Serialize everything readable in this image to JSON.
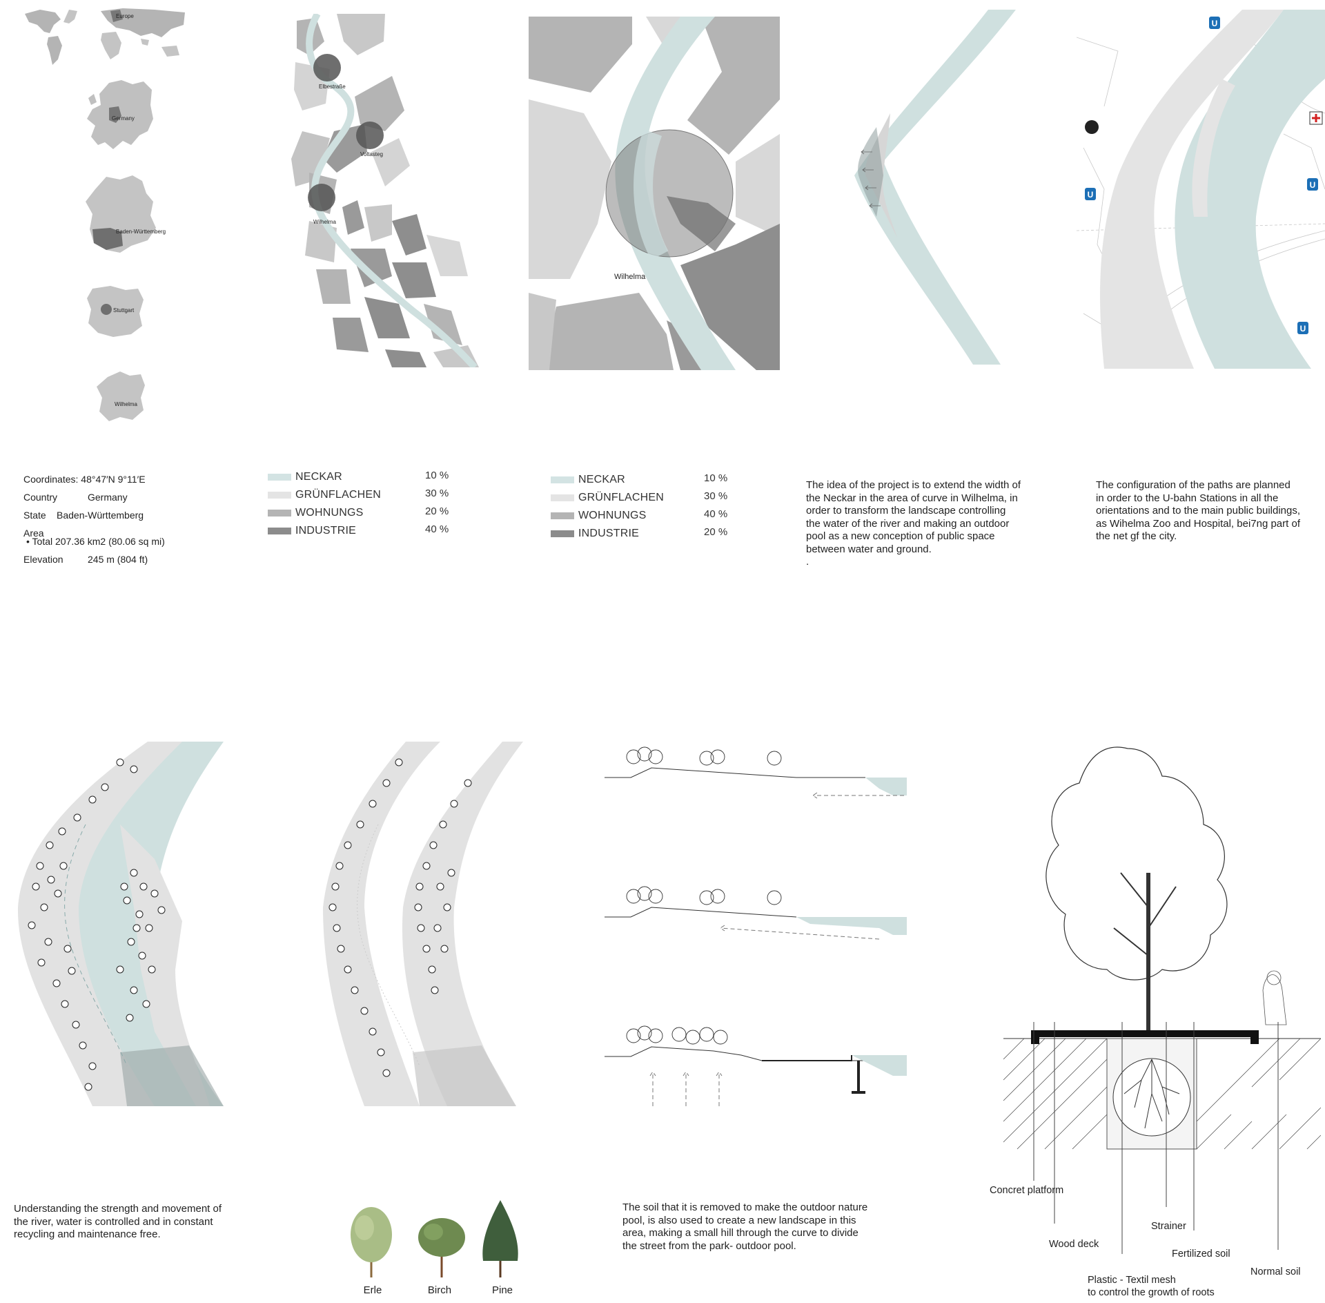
{
  "top_panels": {
    "locator": {
      "labels": [
        "Europe",
        "Germany",
        "Baden-Württemberg",
        "Stuttgart",
        "Wilhelma"
      ]
    },
    "neckar_map": {
      "labels": [
        "Elbestraße",
        "Voltasteg",
        "Wilhelma"
      ]
    },
    "wilhelma_zoom": {
      "label": "Wilhelma"
    },
    "transit_map": {
      "station_marker": "U"
    }
  },
  "info": {
    "coordinates_label": "Coordinates:",
    "coordinates_value": "48°47′N 9°11′E",
    "country_label": "Country",
    "country_value": "Germany",
    "state_label": "State",
    "state_value": "Baden-Württemberg",
    "area_label": "Area",
    "total_label": "• Total",
    "total_value": "207.36 km2 (80.06 sq mi)",
    "elevation_label": "Elevation",
    "elevation_value": "245 m (804 ft)"
  },
  "legend1": [
    {
      "name": "NECKAR",
      "pct": "10 %",
      "color": "#d3e3e3"
    },
    {
      "name": "GRÜNFLACHEN",
      "pct": "30 %",
      "color": "#e4e4e4"
    },
    {
      "name": "WOHNUNGS",
      "pct": "20 %",
      "color": "#b4b4b4"
    },
    {
      "name": "INDUSTRIE",
      "pct": "40 %",
      "color": "#8c8c8c"
    }
  ],
  "legend2": [
    {
      "name": "NECKAR",
      "pct": "10 %",
      "color": "#d3e3e3"
    },
    {
      "name": "GRÜNFLACHEN",
      "pct": "30 %",
      "color": "#e4e4e4"
    },
    {
      "name": "WOHNUNGS",
      "pct": "40 %",
      "color": "#b4b4b4"
    },
    {
      "name": "INDUSTRIE",
      "pct": "20 %",
      "color": "#8c8c8c"
    }
  ],
  "texts": {
    "idea": [
      "The idea of the project is to extend the width of",
      "the Neckar in the area of curve in Wilhelma, in",
      "order to transform the landscape controlling",
      "the water of the river and making an outdoor",
      "pool as a new conception of public space",
      "between water and ground.",
      "."
    ],
    "configuration": [
      "The configuration  of the paths are planned",
      "in order to the U-bahn Stations in all the",
      "orientations and to the main public buildings,",
      "as Wihelma Zoo and Hospital, bei7ng part of",
      "the net gf the city."
    ],
    "understanding": [
      "Understanding the strength and movement of",
      "the river, water is controlled and in constant",
      "recycling and maintenance free."
    ],
    "soil": [
      "The soil that it is removed to make the outdoor nature",
      "pool, is also used to create a new landscape in this",
      "area, making a small hill through the curve to divide",
      "the street from the park- outdoor pool."
    ]
  },
  "trees": [
    {
      "name": "Erle",
      "foliage": "#a9bd86"
    },
    {
      "name": "Birch",
      "foliage": "#6e8a50"
    },
    {
      "name": "Pine",
      "foliage": "#3f5e3c"
    }
  ],
  "detail_callouts": {
    "concrete": "Concret platform",
    "wood": "Wood deck",
    "strainer": "Strainer",
    "fertilized": "Fertilized soil",
    "plastic_1": "Plastic - Textil mesh",
    "plastic_2": "to control the growth of roots",
    "normal": "Normal soil"
  },
  "colors": {
    "water": "#cfe0df",
    "green": "#e4e4e4",
    "light_grey": "#d6d6d6",
    "mid_grey": "#b0b0b0",
    "dark_grey": "#8e8e8e",
    "station_blue": "#1c6fb6"
  }
}
